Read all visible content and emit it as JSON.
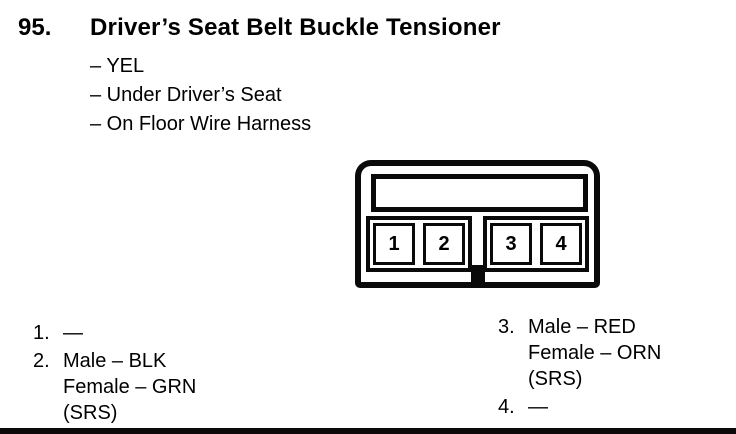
{
  "page": {
    "item_number": "95.",
    "title": "Driver’s Seat Belt Buckle Tensioner",
    "details": [
      "– YEL",
      "– Under Driver’s Seat",
      "– On Floor Wire Harness"
    ]
  },
  "connector": {
    "pins": [
      "1",
      "2",
      "3",
      "4"
    ]
  },
  "legend": {
    "left": [
      {
        "number": "1.",
        "lines": [
          "—"
        ]
      },
      {
        "number": "2.",
        "lines": [
          "Male – BLK",
          "Female – GRN",
          "(SRS)"
        ]
      }
    ],
    "right": [
      {
        "number": "3.",
        "lines": [
          "Male – RED",
          "Female – ORN",
          "(SRS)"
        ]
      },
      {
        "number": "4.",
        "lines": [
          "—"
        ]
      }
    ]
  }
}
